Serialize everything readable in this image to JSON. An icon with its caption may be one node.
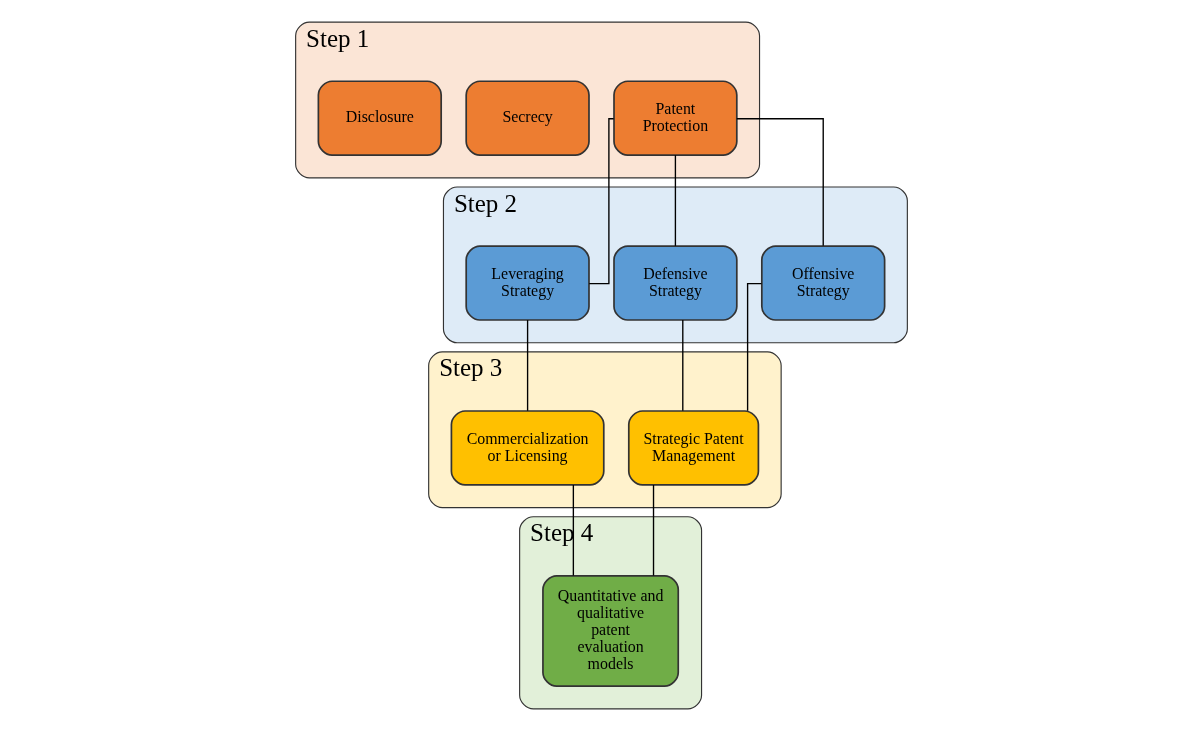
{
  "diagram": {
    "nodes": [
      {
        "text": [
          "Step 1"
        ]
      },
      {
        "text": [
          "Patent Protection"
        ],
        "in": 0
      },
      {
        "text": [
          "Secrecy"
        ],
        "in": 0
      },
      {
        "text": [
          "Disclosure"
        ],
        "in": 0
      },
      {
        "text": [
          "Step 2"
        ]
      },
      {
        "text": [
          "Offensive Strategy"
        ],
        "in": 4
      },
      {
        "text": [
          "Defensive Strategy"
        ],
        "in": 4
      },
      {
        "text": [
          "Leveraging Strategy"
        ],
        "in": 4
      },
      {
        "text": [
          "Step 3"
        ]
      },
      {
        "text": [
          "Strategic Patent Management"
        ],
        "in": 8
      },
      {
        "text": [
          "Commercialization or Licensing"
        ],
        "in": 8
      },
      {
        "text": [
          "Step 4"
        ]
      },
      {
        "text": [
          "Quantitative and qualitative patent evaluation models"
        ],
        "in": 11
      }
    ],
    "edges": [
      {
        "from": 1,
        "to": 5,
        "arrow": "none"
      },
      {
        "from": 1,
        "to": 6,
        "arrow": "none"
      },
      {
        "from": 1,
        "to": 7,
        "arrow": "none"
      },
      {
        "from": 5,
        "to": 9,
        "arrow": "none"
      },
      {
        "from": 6,
        "to": 9,
        "arrow": "none"
      },
      {
        "from": 7,
        "to": 10,
        "arrow": "none"
      },
      {
        "from": 9,
        "to": 12,
        "arrow": "none"
      },
      {
        "from": 10,
        "to": 12,
        "arrow": "none"
      }
    ]
  }
}
